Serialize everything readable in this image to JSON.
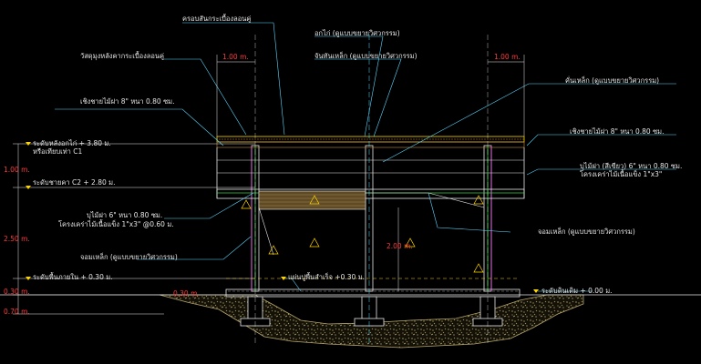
{
  "labels": {
    "roof_cover": "ครอบสันกระเบื้องลอนคู่",
    "ridge_beam": "อกไก่ (ดูแบบขยายวิศวกรรม)",
    "roof_tile": "วัสดุมุงหลังคากระเบื้องลอนคู่",
    "steel_truss": "จันทันเหล็ก (ดูแบบขยายวิศวกรรม)",
    "steel_post": "คั่นเหล็ก (ดูแบบขยายวิศวกรรม)",
    "fascia_left": "เชิงชายไม้ฝา 8\" หนา 0.80 ซม.",
    "fascia_right": "เชิงชายไม้ฝา 8\" หนา 0.80 ซม.",
    "level_ridge": "ระดับหลังอกไก่ + 3.80 ม.",
    "level_ridge_sub": "หรือเทียบเท่า C1",
    "level_eave": "ระดับชายคา C2 + 2.80 ม.",
    "wall_panel_left": "บุไม้ฝา 6\" หนา 0.80 ซม.",
    "wall_panel_left_sub": "โครงเคร่าไม้เนื้อแข็ง 1\"x3\" @0.60 ม.",
    "wall_panel_right": "บุไม้ฝา (สีเขียว) 6\" หนา 0.80 ซม.",
    "wall_panel_right_sub": "โครงเคร่าไม้เนื้อแข็ง 1\"x3\"",
    "beam_left": "จอมเหล็ก (ดูแบบขยายวิศวกรรม)",
    "beam_right": "จอมเหล็ก (ดูแบบขยายวิศวกรรม)",
    "floor_level": "ระดับพื้นภายใน + 0.30 ม.",
    "floor_plate": "แผ่นปูพื้นสำเร็จ +0.30 ม.",
    "ground_level": "ระดับดินเดิม + 0.00 ม.",
    "dim_100_top_left": "1.00 m.",
    "dim_100_top_right": "1.00 m.",
    "dim_100_left": "1.00 m.",
    "dim_250": "2.50 m.",
    "dim_030": "0.30 m.",
    "dim_070": "0.70 m.",
    "dim_200": "2.00 m.",
    "dim_030_b": "0.30 m."
  },
  "colors": {
    "white": "#e6e6e6",
    "red": "#ff3b3b",
    "yellow": "#ffd500",
    "cyan": "#5ad8ff",
    "green": "#2fd43b",
    "magenta": "#ff40ff",
    "brown": "#8a6a3a",
    "ground": "#8a7f5a"
  }
}
